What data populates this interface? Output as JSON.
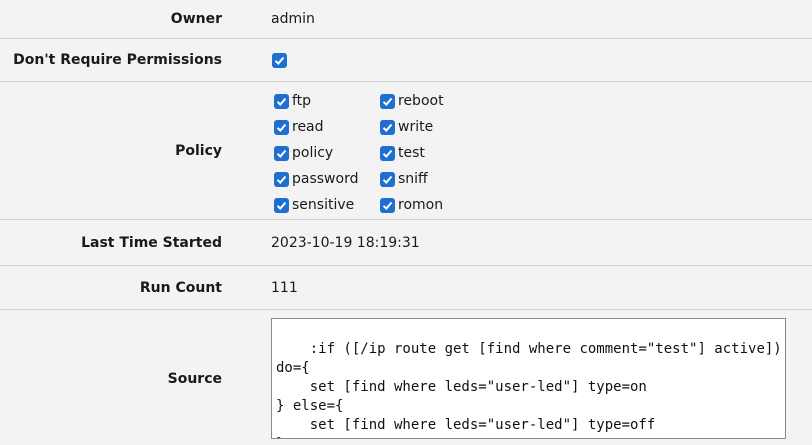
{
  "owner": {
    "label": "Owner",
    "value": "admin"
  },
  "dont_require_permissions": {
    "label": "Don't Require Permissions",
    "checked": true
  },
  "policy": {
    "label": "Policy",
    "items": [
      {
        "name": "ftp",
        "checked": true
      },
      {
        "name": "reboot",
        "checked": true
      },
      {
        "name": "read",
        "checked": true
      },
      {
        "name": "write",
        "checked": true
      },
      {
        "name": "policy",
        "checked": true
      },
      {
        "name": "test",
        "checked": true
      },
      {
        "name": "password",
        "checked": true
      },
      {
        "name": "sniff",
        "checked": true
      },
      {
        "name": "sensitive",
        "checked": true
      },
      {
        "name": "romon",
        "checked": true
      }
    ]
  },
  "last_time_started": {
    "label": "Last Time Started",
    "value": "2023-10-19 18:19:31"
  },
  "run_count": {
    "label": "Run Count",
    "value": "111"
  },
  "source": {
    "label": "Source",
    "value": ":if ([/ip route get [find where comment=\"test\"] active])\ndo={\n    set [find where leds=\"user-led\"] type=on\n} else={\n    set [find where leds=\"user-led\"] type=off\n}"
  },
  "colors": {
    "checkbox": "#1f6fd1",
    "background": "#f3f3f3",
    "divider": "#d6d6d6"
  },
  "icons": {
    "check": "checkmark-icon",
    "resize": "resize-grip-icon"
  }
}
